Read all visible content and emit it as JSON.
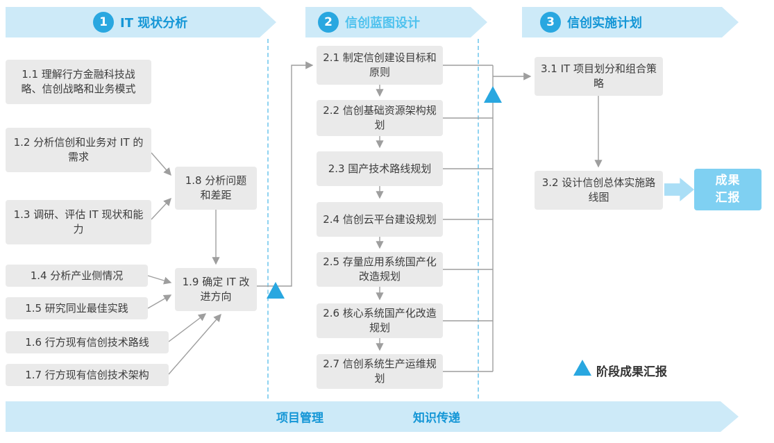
{
  "phases": [
    {
      "number": "1",
      "title": "IT 现状分析",
      "title_color": "#1496d6"
    },
    {
      "number": "2",
      "title": "信创蓝图设计",
      "title_color": "#4fc2ee"
    },
    {
      "number": "3",
      "title": "信创实施计划",
      "title_color": "#1496d6"
    }
  ],
  "phase1": {
    "boxes": [
      {
        "label": "1.1 理解行方金融科技战略、信创战略和业务模式"
      },
      {
        "label": "1.2 分析信创和业务对 IT 的需求"
      },
      {
        "label": "1.3 调研、评估 IT 现状和能力"
      },
      {
        "label": "1.4 分析产业侧情况"
      },
      {
        "label": "1.5 研究同业最佳实践"
      },
      {
        "label": "1.6 行方现有信创技术路线"
      },
      {
        "label": "1.7 行方现有信创技术架构"
      },
      {
        "label": "1.8 分析问题和差距"
      },
      {
        "label": "1.9 确定 IT 改进方向"
      }
    ]
  },
  "phase2": {
    "boxes": [
      {
        "label": "2.1 制定信创建设目标和原则"
      },
      {
        "label": "2.2 信创基础资源架构规划"
      },
      {
        "label": "2.3 国产技术路线规划"
      },
      {
        "label": "2.4 信创云平台建设规划"
      },
      {
        "label": "2.5 存量应用系统国产化改造规划"
      },
      {
        "label": "2.6 核心系统国产化改造规划"
      },
      {
        "label": "2.7 信创系统生产运维规划"
      }
    ]
  },
  "phase3": {
    "boxes": [
      {
        "label": "3.1 IT 项目划分和组合策略"
      },
      {
        "label": "3.2 设计信创总体实施路线图"
      }
    ],
    "result_label": "成果汇报"
  },
  "legend": {
    "milestone_label": "阶段成果汇报"
  },
  "footer": {
    "labels": [
      "项目管理",
      "知识传递"
    ]
  },
  "colors": {
    "banner_fill": "#cdeaf8",
    "accent_blue": "#29a7e0",
    "title_blue": "#1496d6",
    "box_gray": "#eaeaea",
    "connector_gray": "#9e9e9e",
    "result_fill": "#7fd0f2",
    "result_arrow_fill": "#aadef6"
  }
}
